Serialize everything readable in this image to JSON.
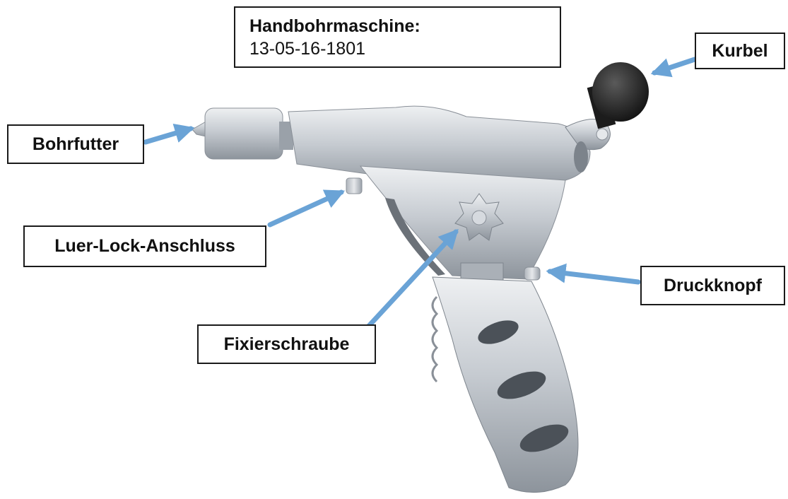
{
  "title": {
    "heading": "Handbohrmaschine:",
    "code": "13-05-16-1801"
  },
  "labels": {
    "kurbel": "Kurbel",
    "bohrfutter": "Bohrfutter",
    "luer_lock": "Luer-Lock-Anschluss",
    "fixierschraube": "Fixierschraube",
    "druckknopf": "Druckknopf"
  },
  "colors": {
    "arrow": "#6aa3d6",
    "metal": "#c9cdd3",
    "knob": "#2a2a2a"
  }
}
